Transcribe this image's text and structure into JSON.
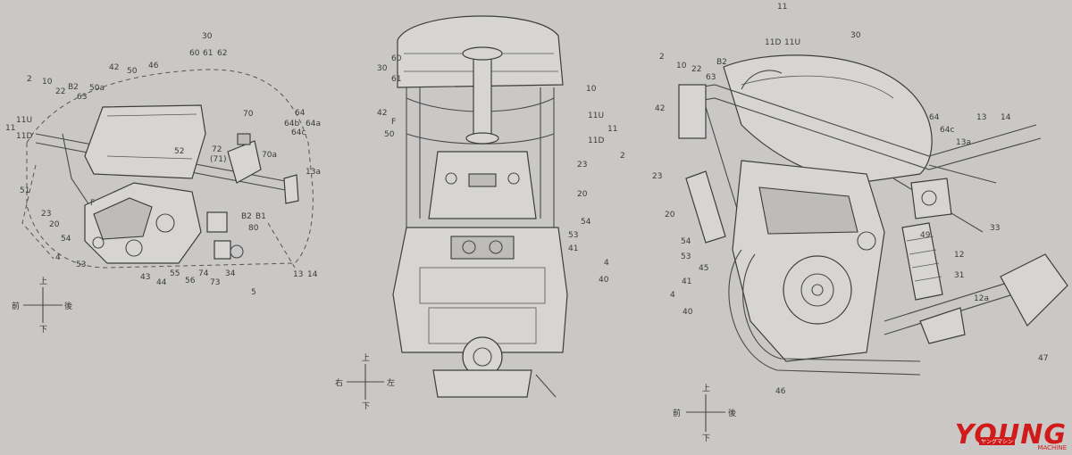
{
  "figure_left": {
    "labels": [
      "30",
      "60",
      "61",
      "62",
      "2",
      "46",
      "42",
      "50",
      "10",
      "22",
      "B2",
      "63",
      "50a",
      "11U",
      "11",
      "11D",
      "52",
      "70",
      "72",
      "(71)",
      "70a",
      "64",
      "64b",
      "64a",
      "64c",
      "13a",
      "51",
      "F",
      "23",
      "20",
      "54",
      "4",
      "53",
      "43",
      "44",
      "55",
      "56",
      "74",
      "73",
      "34",
      "B2",
      "B1",
      "80",
      "13",
      "14",
      "5"
    ],
    "compass": {
      "up": "上",
      "down": "下",
      "left": "前",
      "right": "後"
    }
  },
  "figure_middle": {
    "labels": [
      "60",
      "30",
      "61",
      "42",
      "F",
      "50",
      "10",
      "11U",
      "11",
      "11D",
      "2",
      "23",
      "20",
      "54",
      "53",
      "41",
      "4",
      "40"
    ],
    "compass": {
      "up": "上",
      "down": "下",
      "left": "右",
      "right": "左"
    }
  },
  "figure_right": {
    "labels": [
      "11",
      "11D",
      "11U",
      "30",
      "2",
      "10",
      "22",
      "63",
      "B2",
      "42",
      "64",
      "13",
      "14",
      "64c",
      "13a",
      "23",
      "33",
      "20",
      "49",
      "54",
      "53",
      "45",
      "12",
      "31",
      "41",
      "4",
      "40",
      "12a",
      "46",
      "47"
    ],
    "compass": {
      "up": "上",
      "down": "下",
      "left": "前",
      "right": "後"
    }
  },
  "watermark": {
    "main": "YOUNG",
    "sub": "MACHINE",
    "tag": "ヤングマシン"
  }
}
